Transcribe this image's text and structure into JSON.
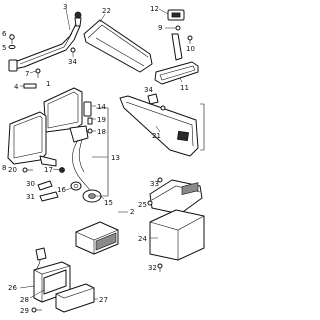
{
  "diagram": {
    "callouts": [
      {
        "key": "c3",
        "text": "3"
      },
      {
        "key": "c6",
        "text": "6"
      },
      {
        "key": "c5",
        "text": "5"
      },
      {
        "key": "c7",
        "text": "7"
      },
      {
        "key": "c34a",
        "text": "34"
      },
      {
        "key": "c4",
        "text": "4"
      },
      {
        "key": "c22",
        "text": "22"
      },
      {
        "key": "c12",
        "text": "12"
      },
      {
        "key": "c9",
        "text": "9"
      },
      {
        "key": "c10",
        "text": "10"
      },
      {
        "key": "c11",
        "text": "11"
      },
      {
        "key": "c1",
        "text": "1"
      },
      {
        "key": "c14",
        "text": "14"
      },
      {
        "key": "c19",
        "text": "19"
      },
      {
        "key": "c18",
        "text": "18"
      },
      {
        "key": "c8",
        "text": "8"
      },
      {
        "key": "c20",
        "text": "20"
      },
      {
        "key": "c13",
        "text": "13"
      },
      {
        "key": "c17",
        "text": "17"
      },
      {
        "key": "c16",
        "text": "16"
      },
      {
        "key": "c15",
        "text": "15"
      },
      {
        "key": "c34b",
        "text": "34"
      },
      {
        "key": "c21",
        "text": "21"
      },
      {
        "key": "c30",
        "text": "30"
      },
      {
        "key": "c31",
        "text": "31"
      },
      {
        "key": "c2",
        "text": "2"
      },
      {
        "key": "c33",
        "text": "33"
      },
      {
        "key": "c25",
        "text": "25"
      },
      {
        "key": "c24",
        "text": "24"
      },
      {
        "key": "c32",
        "text": "32"
      },
      {
        "key": "c26",
        "text": "26"
      },
      {
        "key": "c28",
        "text": "28"
      },
      {
        "key": "c27",
        "text": "27"
      },
      {
        "key": "c29",
        "text": "29"
      }
    ]
  }
}
